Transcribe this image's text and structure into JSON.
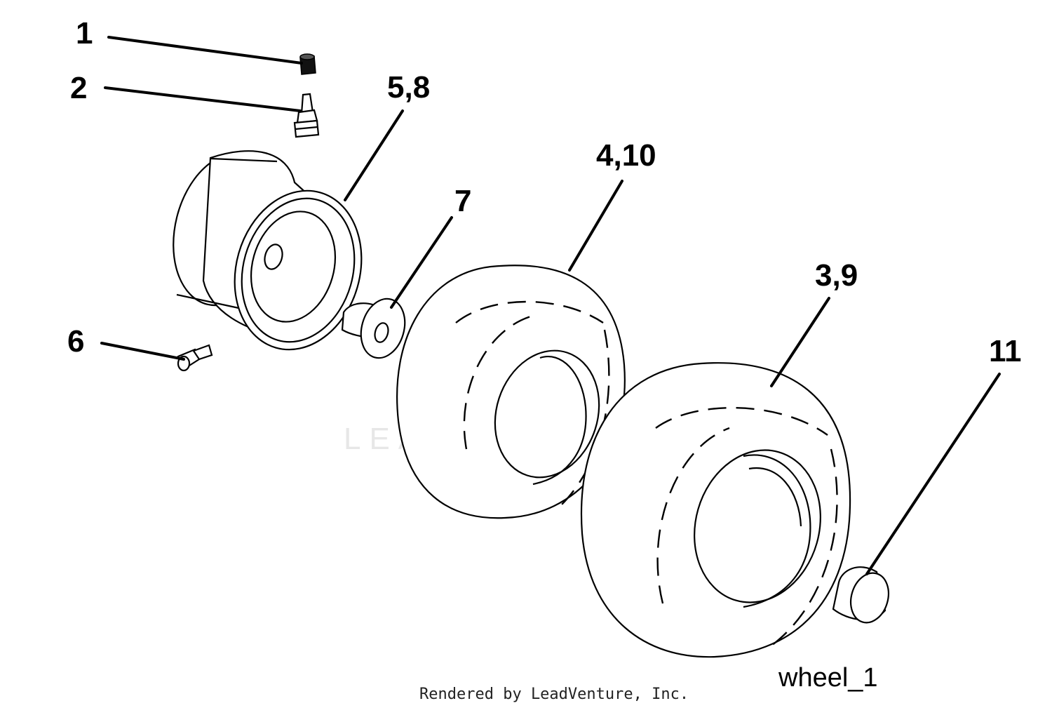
{
  "callouts": {
    "c1": "1",
    "c2": "2",
    "c58": "5,8",
    "c7": "7",
    "c410": "4,10",
    "c39": "3,9",
    "c6": "6",
    "c11": "11"
  },
  "drawing_label": "wheel_1",
  "watermark": "LEADVENTURE",
  "footer": "Rendered by LeadVenture, Inc."
}
